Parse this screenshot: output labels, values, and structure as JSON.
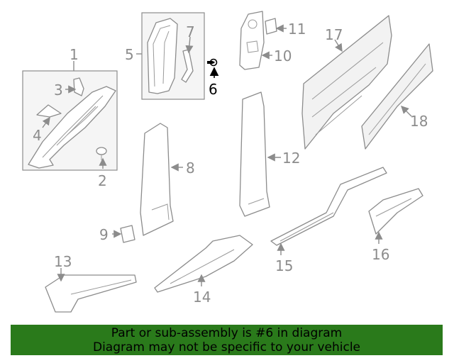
{
  "diagram": {
    "highlighted_part": "6",
    "labels": [
      "1",
      "2",
      "3",
      "4",
      "5",
      "6",
      "7",
      "8",
      "9",
      "10",
      "11",
      "12",
      "13",
      "14",
      "15",
      "16",
      "17",
      "18"
    ]
  },
  "banner": {
    "line1": "Part or sub-assembly is #6 in diagram",
    "line2": "Diagram may not be specific to your vehicle",
    "background_color": "#2a7a1b"
  },
  "colors": {
    "line_art": "#8c8c8c",
    "highlight": "#000000"
  }
}
